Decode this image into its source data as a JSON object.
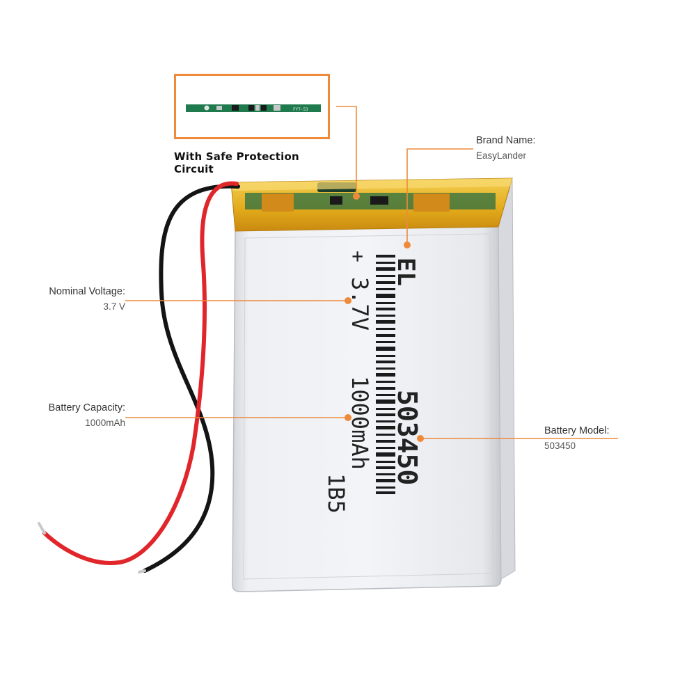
{
  "inset": {
    "caption": "With Safe Protection Circuit",
    "pcb_marking": "FY7-53"
  },
  "battery_print": {
    "polarity": "+",
    "brand_mark": "EL",
    "model": "503450",
    "voltage": "3.7V",
    "capacity": "1000mAh",
    "batch": "1B5"
  },
  "callouts": {
    "brand": {
      "title": "Brand Name:",
      "value": "EasyLander"
    },
    "voltage": {
      "title": "Nominal Voltage:",
      "value": "3.7 V"
    },
    "capacity": {
      "title": "Battery Capacity:",
      "value": "1000mAh"
    },
    "model": {
      "title": "Battery Model:",
      "value": "503450"
    }
  },
  "colors": {
    "accent": "#ee8a3a",
    "kapton": "#e8b820",
    "pcb": "#1f7a4e",
    "wire_red": "#e0262a",
    "wire_black": "#141414",
    "cell": "#e9eaee"
  }
}
